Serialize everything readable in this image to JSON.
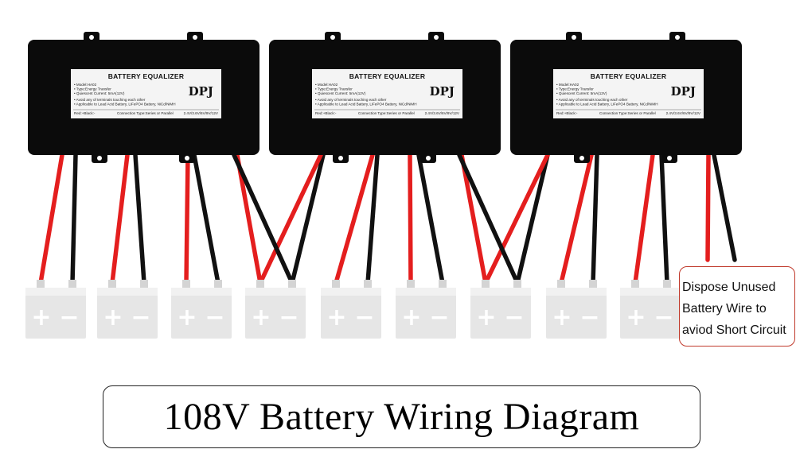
{
  "equalizers": [
    {
      "title": "BATTERY EQUALIZER",
      "brand": "DPJ",
      "specs": [
        "• Model:HA02",
        "• Type:Energy Transfer",
        "• Quiescent Current: 5mA(12V)"
      ],
      "warnings": [
        "• Avoid any of terminals touching each other",
        "• Applicable to Lead Acid Battery, LiFePO4  Battery, NiCd/NiMH"
      ],
      "footer_left": "Red:+Black:-",
      "footer_mid": "Connection Type:Series or Parallel",
      "footer_right": "2.4V/3.6V/6V/9V/12V"
    },
    {
      "title": "BATTERY EQUALIZER",
      "brand": "DPJ",
      "specs": [
        "• Model:HA02",
        "• Type:Energy Transfer",
        "• Quiescent Current: 5mA(12V)"
      ],
      "warnings": [
        "• Avoid any of terminals touching each other",
        "• Applicable to Lead Acid Battery, LiFePO4  Battery, NiCd/NiMH"
      ],
      "footer_left": "Red:+Black:-",
      "footer_mid": "Connection Type:Series or Parallel",
      "footer_right": "2.4V/3.6V/6V/9V/12V"
    },
    {
      "title": "BATTERY EQUALIZER",
      "brand": "DPJ",
      "specs": [
        "• Model:HA02",
        "• Type:Energy Transfer",
        "• Quiescent Current: 5mA(12V)"
      ],
      "warnings": [
        "• Avoid any of terminals touching each other",
        "• Applicable to Lead Acid Battery, LiFePO4  Battery, NiCd/NiMH"
      ],
      "footer_left": "Red:+Black:-",
      "footer_mid": "Connection Type:Series or Parallel",
      "footer_right": "2.4V/3.6V/6V/9V/12V"
    }
  ],
  "battery": {
    "positive_symbol": "+",
    "negative_symbol": "−",
    "count": 9
  },
  "note": {
    "lines": [
      "Dispose Unused",
      "Battery Wire to",
      "aviod Short Circuit"
    ]
  },
  "title": "108V Battery Wiring Diagram",
  "colors": {
    "red_wire": "#e41e1e",
    "black_wire": "#111111",
    "battery": "#e6e6e6",
    "equalizer": "#0b0b0b",
    "note_border": "#c0392b"
  }
}
